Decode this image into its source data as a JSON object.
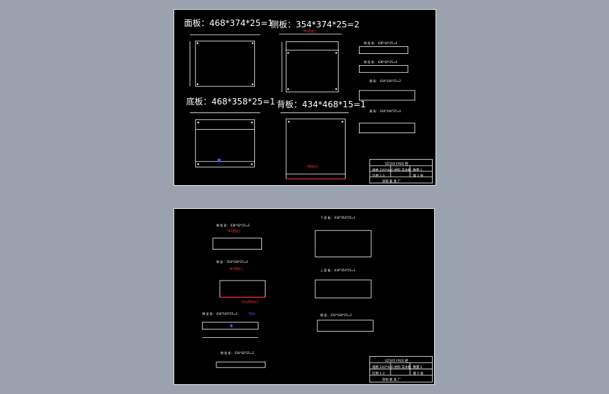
{
  "sheet1": {
    "titles": {
      "face": "面板：468*374*25=1",
      "side": "侧板：354*374*25=2",
      "bottom": "底板：468*358*25=1",
      "back": "背板：434*468*15=1"
    },
    "notes": {
      "red_top": "*Ф5贯穿工",
      "red_bottom": "*贯穿加工"
    },
    "small_labels": {
      "r1": "侧 挡 条： 436*42*25=4",
      "r2": "侧 挡 条： 436*42*25=4",
      "r3": "隔 条： 434*104*25=2",
      "r4": "隔 条： 434*104*25=4"
    },
    "title_block": {
      "title": "SZ105 FREE 柜",
      "spec": "规格 220*440 材料 实木板",
      "count": "数量 1",
      "ratio": "比例 1:3",
      "page": "第 1 张",
      "company": "深圳 家 具 厂"
    }
  },
  "sheet2": {
    "labels": {
      "l1": "侧 挡 条： 436*42*25=2",
      "l2": "侧 竖： 354*104*25=4",
      "l3": "侧 竖 条： 434*104*25=2",
      "l4": "侧 挡 条： 354*42*25=2",
      "r1": "下 面 板： 434*354*25=1",
      "r2": "上 面 板： 434*354*25=1",
      "r3": "侧 竖： 431*104*25=2"
    },
    "notes": {
      "red1": "*Ф5贯穿工",
      "red2": "*Ф5贯穿工",
      "red3": "*双边贯穿加工",
      "blue1": "*贯穿"
    },
    "title_block": {
      "title": "SZ105 FREE 柜",
      "spec": "规格 220*440 材料 实木板",
      "count": "数量 1",
      "ratio": "比例 1:3",
      "page": "第 2 张",
      "company": "深圳 家 具 厂"
    }
  }
}
